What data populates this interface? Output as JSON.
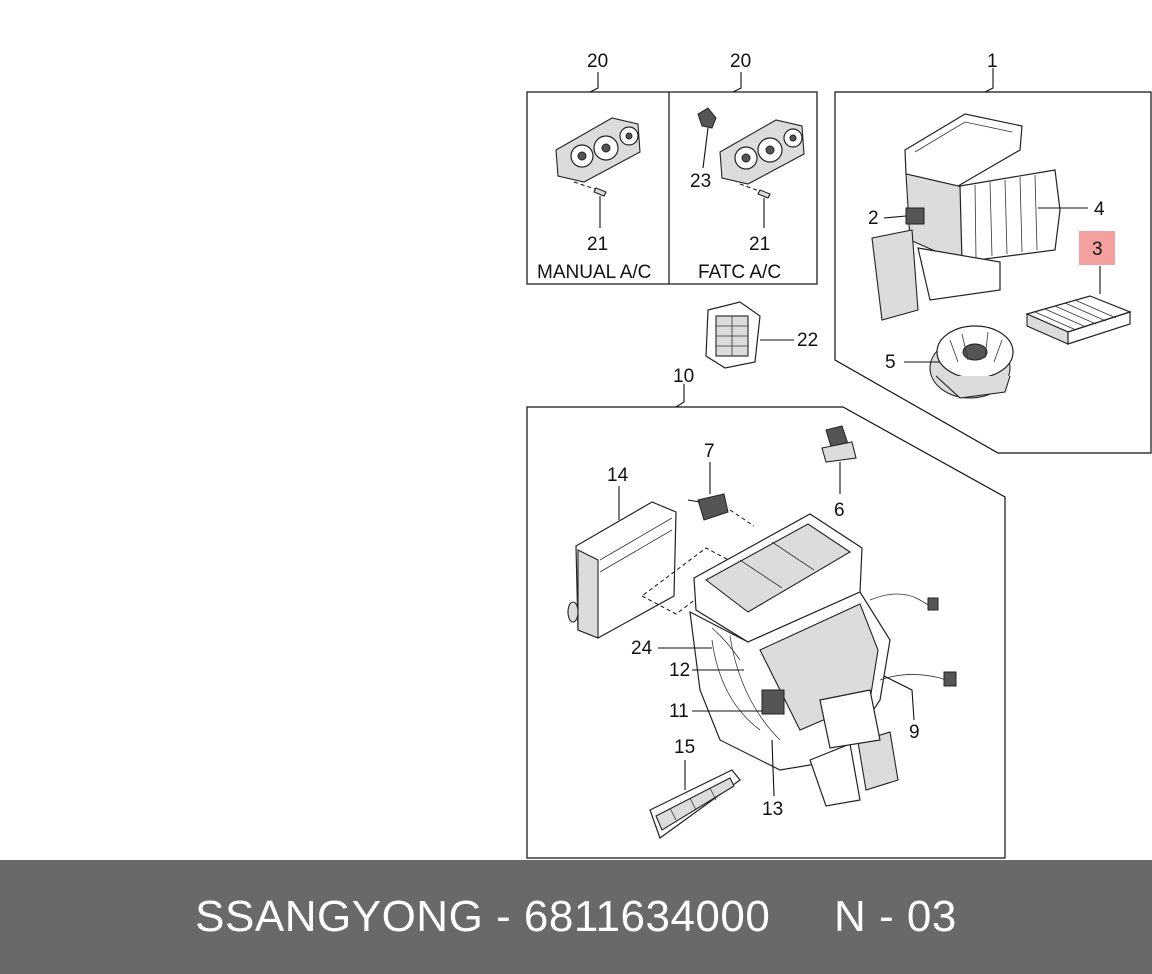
{
  "footer": {
    "brand": "SSANGYONG",
    "separator": " - ",
    "part_number": "6811634000",
    "gap": "     ",
    "page_ref": "N - 03"
  },
  "panels": {
    "manual_ac": "MANUAL A/C",
    "fatc_ac": "FATC A/C"
  },
  "callouts": {
    "n20a": "20",
    "n20b": "20",
    "n1": "1",
    "n21a": "21",
    "n21b": "21",
    "n23": "23",
    "n2": "2",
    "n4": "4",
    "n3": "3",
    "n22": "22",
    "n5": "5",
    "n10": "10",
    "n7": "7",
    "n14": "14",
    "n6": "6",
    "n24": "24",
    "n12": "12",
    "n11": "11",
    "n9": "9",
    "n15": "15",
    "n13": "13"
  },
  "colors": {
    "footer_bg": "#696969",
    "footer_text": "#ffffff",
    "highlight": "#f4a0a0"
  }
}
